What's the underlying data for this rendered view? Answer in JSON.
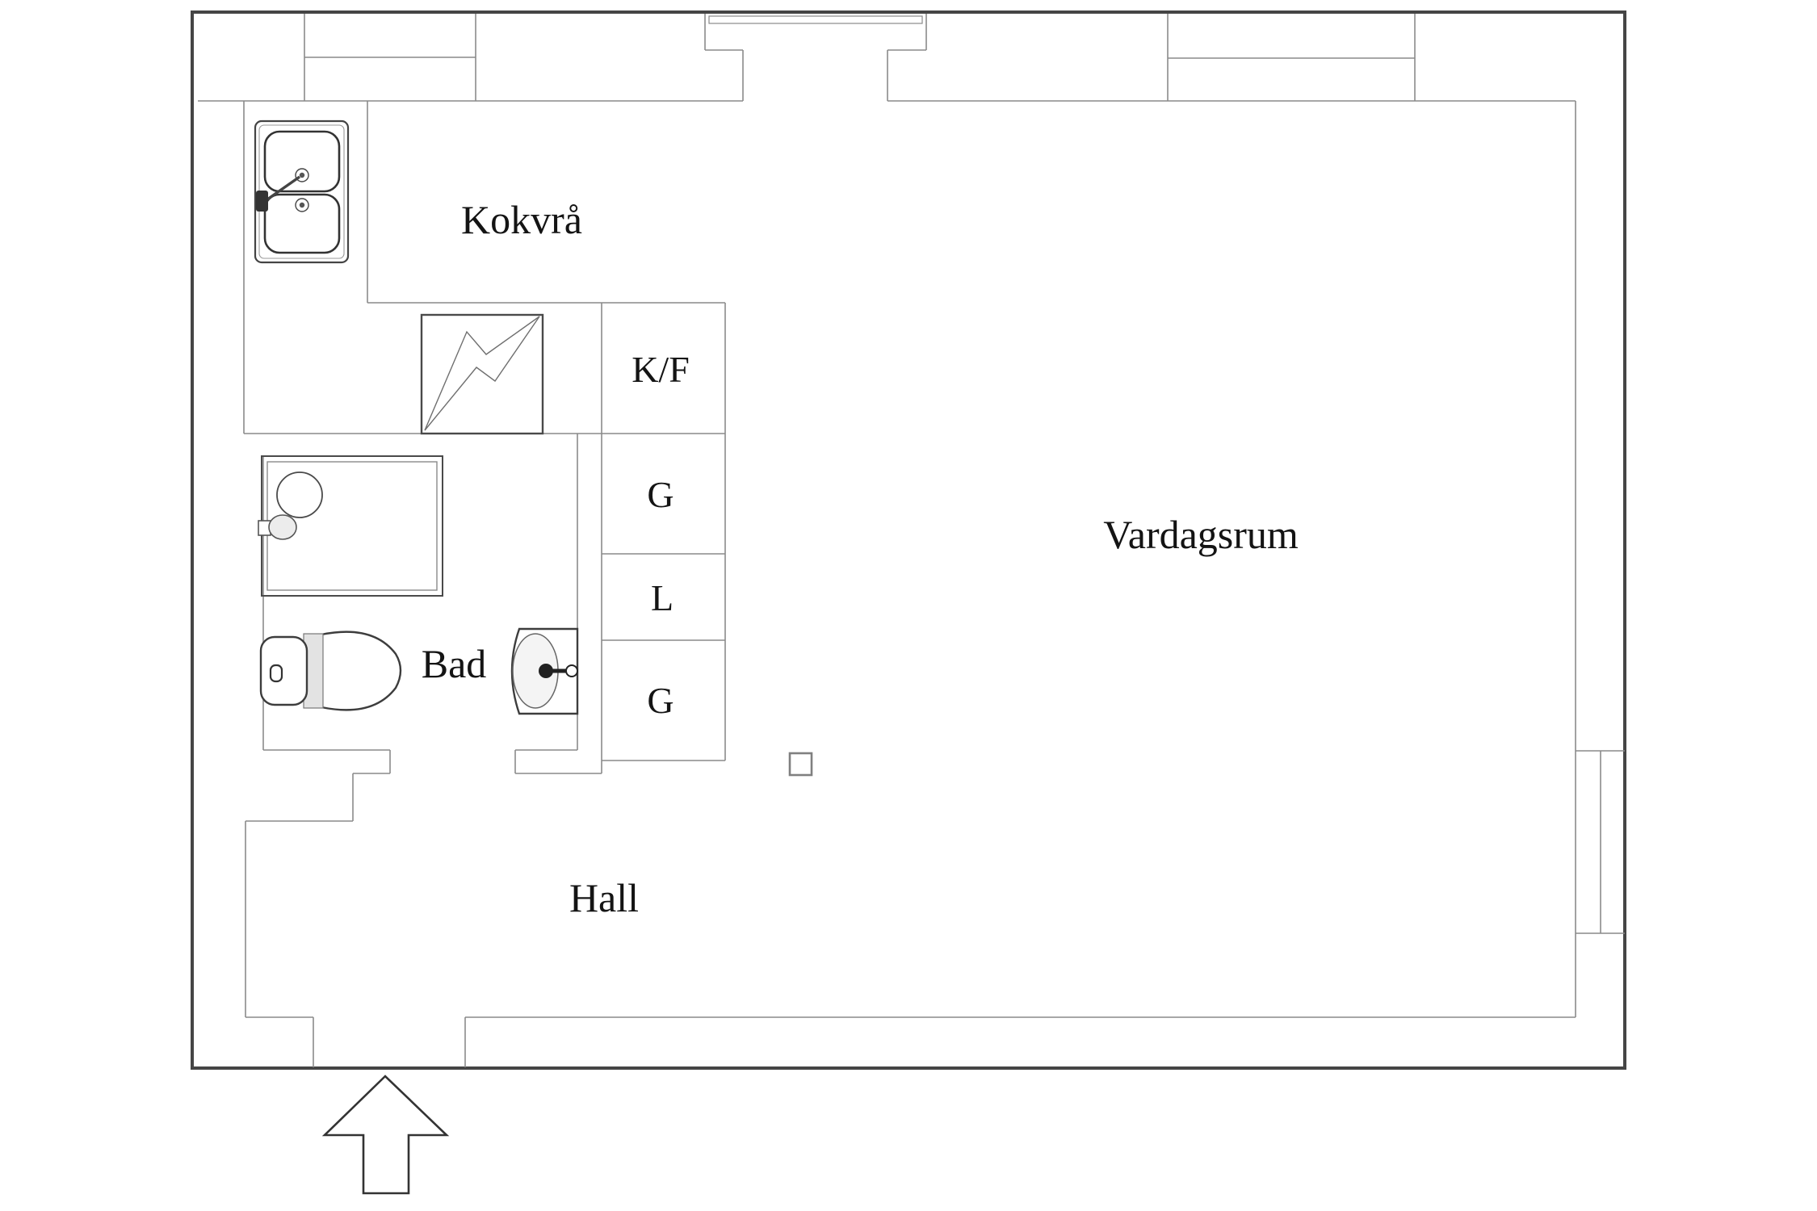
{
  "plan": {
    "type": "apartment-floor-plan",
    "rooms": {
      "kitchen": {
        "label": "Kokvrå"
      },
      "living": {
        "label": "Vardagsrum"
      },
      "bathroom": {
        "label": "Bad"
      },
      "hall": {
        "label": "Hall"
      }
    },
    "closets": {
      "kf": {
        "label": "K/F"
      },
      "g1": {
        "label": "G"
      },
      "l": {
        "label": "L"
      },
      "g2": {
        "label": "G"
      }
    },
    "fixtures": [
      "kitchen-sink-icon",
      "electrical-panel-icon",
      "shower-enclosure-icon",
      "round-basin-icon",
      "shower-mixer-icon",
      "toilet-icon",
      "washbasin-icon",
      "pillar-icon",
      "entrance-arrow-icon",
      "window-icon",
      "balcony-door-icon"
    ],
    "colors": {
      "background": "#ffffff",
      "outer_wall": "#454545",
      "interior_line": "#8a8a8a",
      "fixture_line": "#3d3d3d",
      "text": "#141414"
    }
  }
}
